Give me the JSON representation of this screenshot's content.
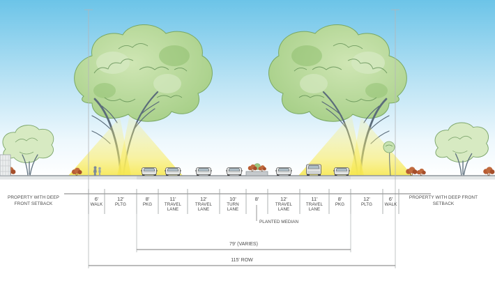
{
  "labels": {
    "left_property": "PROPERTY WITH DEEP FRONT SETBACK",
    "right_property": "PROPERTY WITH DEEP FRONT SETBACK",
    "median": "PLANTED MEDIAN",
    "dim_varies": "79' (VARIES)",
    "dim_row": "115' ROW"
  },
  "segments": [
    {
      "value": "6'",
      "label": "WALK"
    },
    {
      "value": "12'",
      "label": "PLTG"
    },
    {
      "value": "8'",
      "label": "PKG"
    },
    {
      "value": "11'",
      "label": "TRAVEL LANE"
    },
    {
      "value": "12'",
      "label": "TRAVEL LANE"
    },
    {
      "value": "10'",
      "label": "TURN LANE"
    },
    {
      "value": "8'",
      "label": ""
    },
    {
      "value": "12'",
      "label": "TRAVEL LANE"
    },
    {
      "value": "11'",
      "label": "TRAVEL LANE"
    },
    {
      "value": "8'",
      "label": "PKG"
    },
    {
      "value": "12'",
      "label": "PLTG"
    },
    {
      "value": "6'",
      "label": "WALK"
    }
  ],
  "colors": {
    "sky_top": "#6cc4e8",
    "canopy_green": "#a5cf86",
    "light_cone_yellow": "#f7e95c",
    "shrub_red": "#b85c33",
    "ground_gray": "#dfe2e4",
    "dimension_line": "#7a7a7a",
    "text": "#444444"
  }
}
